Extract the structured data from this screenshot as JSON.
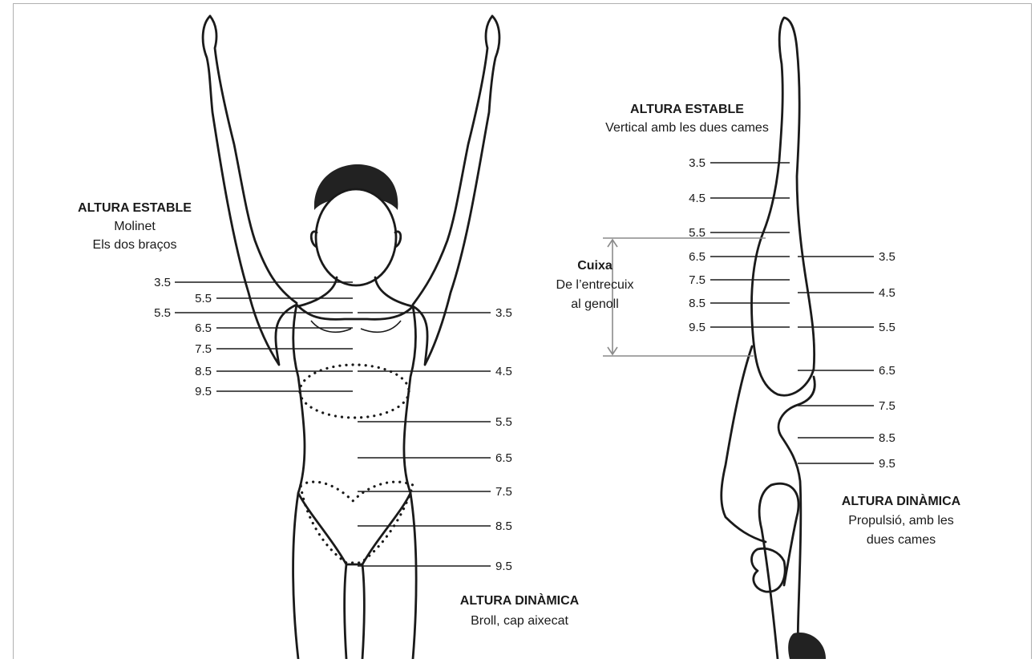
{
  "front": {
    "stable_title": "ALTURA ESTABLE",
    "stable_line1": "Molinet",
    "stable_line2": "Els dos braços",
    "dynamic_title": "ALTURA DINÀMICA",
    "dynamic_sub": "Broll, cap aixecat",
    "left_marks": [
      "3.5",
      "5.5",
      "5.5",
      "6.5",
      "7.5",
      "8.5",
      "9.5"
    ],
    "right_marks": [
      "3.5",
      "4.5",
      "5.5",
      "6.5",
      "7.5",
      "8.5",
      "9.5"
    ]
  },
  "side": {
    "stable_title": "ALTURA ESTABLE",
    "stable_sub": "Vertical amb les dues cames",
    "thigh_title": "Cuixa",
    "thigh_line1": "De l’entrecuix",
    "thigh_line2": "al genoll",
    "dynamic_title": "ALTURA DINÀMICA",
    "dynamic_line1": "Propulsió, amb les",
    "dynamic_line2": "dues cames",
    "left_marks": [
      "3.5",
      "4.5",
      "5.5",
      "6.5",
      "7.5",
      "8.5",
      "9.5"
    ],
    "right_marks": [
      "3.5",
      "4.5",
      "5.5",
      "6.5",
      "7.5",
      "8.5",
      "9.5"
    ]
  }
}
